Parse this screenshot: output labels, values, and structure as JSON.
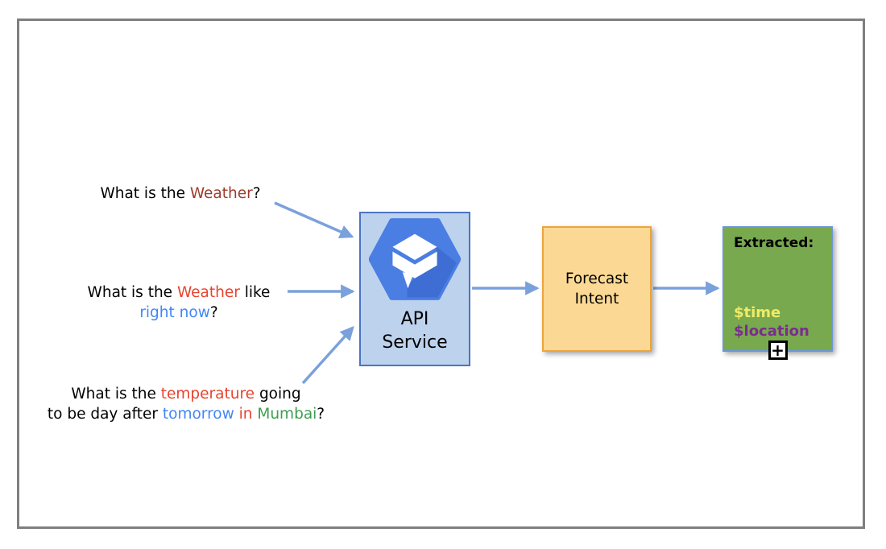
{
  "questions": [
    {
      "lines": [
        [
          {
            "text": "What is the ",
            "color": "#000000"
          },
          {
            "text": "Weather",
            "color": "#9E3A2B"
          },
          {
            "text": "?",
            "color": "#000000"
          }
        ]
      ]
    },
    {
      "lines": [
        [
          {
            "text": "What is the ",
            "color": "#000000"
          },
          {
            "text": "Weather",
            "color": "#E8432E"
          },
          {
            "text": " like",
            "color": "#000000"
          }
        ],
        [
          {
            "text": "right now",
            "color": "#4286F5"
          },
          {
            "text": "?",
            "color": "#000000"
          }
        ]
      ]
    },
    {
      "lines": [
        [
          {
            "text": "What is the ",
            "color": "#000000"
          },
          {
            "text": "temperature",
            "color": "#E8432E"
          },
          {
            "text": " going",
            "color": "#000000"
          }
        ],
        [
          {
            "text": "to be day after ",
            "color": "#000000"
          },
          {
            "text": "tomorrow",
            "color": "#4286F5"
          },
          {
            "text": " in",
            "color": "#E8432E"
          },
          {
            "text": " Mumbai",
            "color": "#3E9E4F"
          },
          {
            "text": "?",
            "color": "#000000"
          }
        ]
      ]
    }
  ],
  "api_box": {
    "label_line1": "API",
    "label_line2": "Service",
    "fill": "#BDD2EC",
    "border": "#4B74C4",
    "icon": "dialogflow-hexagon-icon"
  },
  "forecast_box": {
    "label_line1": "Forecast",
    "label_line2": "Intent",
    "fill": "#FBD994",
    "border": "#EBA43D"
  },
  "extracted_box": {
    "title": "Extracted:",
    "vars": [
      {
        "name": "$time",
        "color": "#F0EB66"
      },
      {
        "name": "$location",
        "color": "#7B2C90"
      }
    ],
    "fill": "#79A94E",
    "border": "#6C96D8",
    "plus_icon": "+"
  },
  "arrow_color": "#7BA1DC",
  "frame_color": "#7f7f7f"
}
